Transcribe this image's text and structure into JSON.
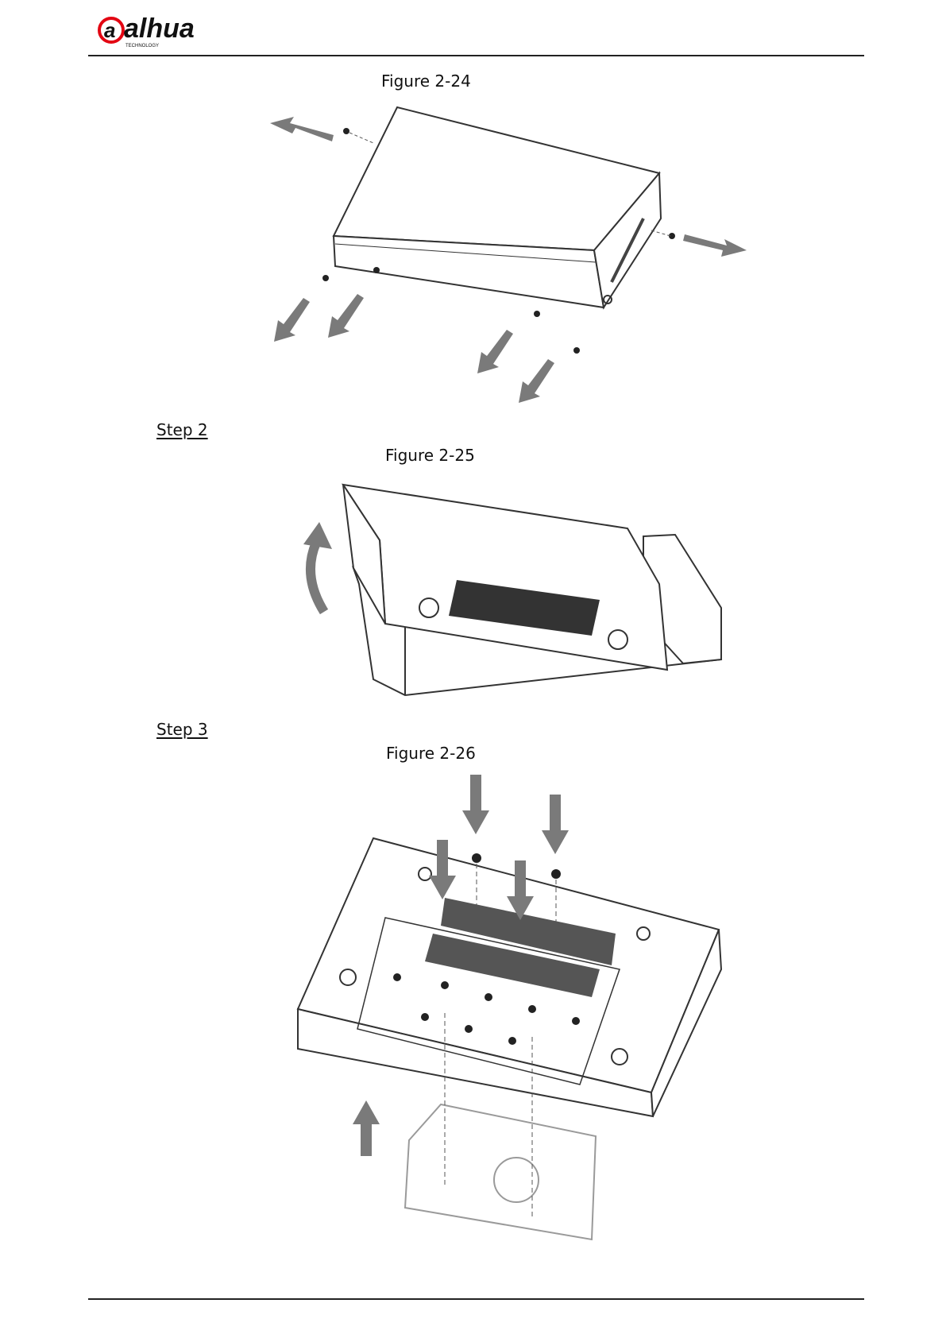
{
  "header": {
    "brand": "alhua",
    "brand_sub": "TECHNOLOGY",
    "brand_color": "#e30613"
  },
  "figures": [
    {
      "caption": "Figure 2-24"
    },
    {
      "caption": "Figure 2-25"
    },
    {
      "caption": "Figure 2-26"
    }
  ],
  "steps": [
    {
      "label": "Step 2"
    },
    {
      "label": "Step 3"
    }
  ],
  "colors": {
    "line": "#333333",
    "arrow": "#7a7a7a",
    "light_line": "#9a9a9a"
  }
}
